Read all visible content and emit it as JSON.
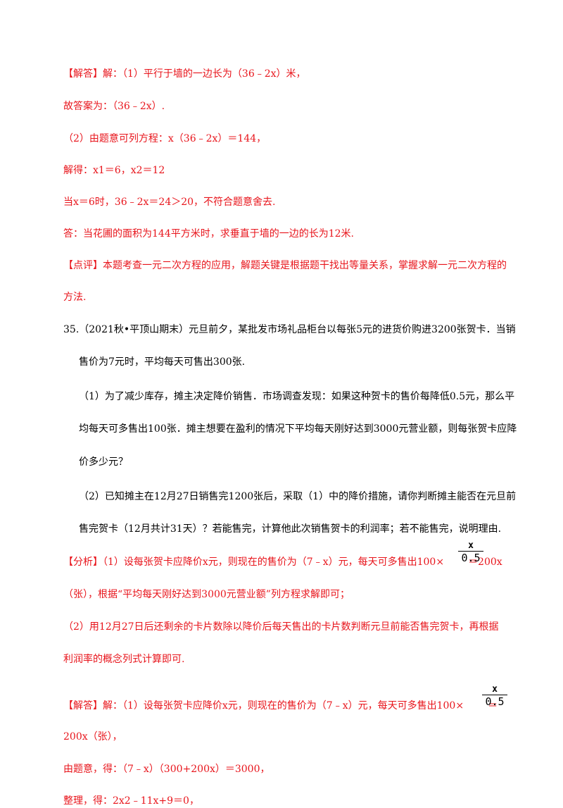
{
  "solution1": {
    "tag": "【解答】",
    "line1": "解：（1）平行于墙的一边长为（36﹣2x）米，",
    "line2": "故答案为：（36﹣2x）.",
    "line3": "（2）由题意可列方程：x（36﹣2x）＝144，",
    "line4": "解得：x1＝6，x2＝12",
    "line5": "当x＝6时，36﹣2x＝24＞20，不符合题意舍去.",
    "line6": "答：当花圃的面积为144平方米时，求垂直于墙的一边的长为12米."
  },
  "comment": {
    "tag": "【点评】",
    "line1": "本题考查一元二次方程的应用，解题关键是根据题干找出等量关系，掌握求解一元二次方程的",
    "line2": "方法."
  },
  "problem35": {
    "number": "35.",
    "line1": "（2021秋•平顶山期末）元旦前夕，某批发市场礼品柜台以每张5元的进货价购进3200张贺卡．当销",
    "line2": "售价为7元时，平均每天可售出300张.",
    "q1_line1": "（1）为了减少库存，摊主决定降价销售．市场调查发现：如果这种贺卡的售价每降低0.5元，那么平",
    "q1_line2": "均每天可多售出100张．摊主想要在盈利的情况下平均每天刚好达到3000元营业额，则每张贺卡应降",
    "q1_line3": "价多少元？",
    "q2_line1": "（2）已知摊主在12月27日销售完1200张后，采取（1）中的降价措施，请你判断摊主能否在元旦前",
    "q2_line2": "售完贺卡（12月共计31天）？若能售完，计算他此次销售贺卡的利润率；若不能售完，说明理由."
  },
  "analysis": {
    "tag": "【分析】",
    "line1_a": "（1）设每张贺卡应降价x元，则现在的售价为（7﹣x）元，每天可多售出100×",
    "line1_b": "＝200x",
    "line2": "（张），根据“平均每天刚好达到3000元营业额”列方程求解即可；",
    "line3": "（2）用12月27日后还剩余的卡片数除以降价后每天售出的卡片数判断元旦前能否售完贺卡，再根据",
    "line4": "利润率的概念列式计算即可."
  },
  "fraction": {
    "numerator": "x",
    "denominator": "0.5"
  },
  "solution2": {
    "tag": "【解答】",
    "line1_a": "解：（1）设每张贺卡应降价x元，则现在的售价为（7﹣x）元，每天可多售出100×",
    "line1_b": "＝",
    "line2": "200x（张），",
    "line3": "由题意，得：（7﹣x）（300+200x）＝3000，",
    "line4": "整理，得：2x2﹣11x+9＝0，"
  },
  "colors": {
    "answer_red": "#e8141b",
    "text_black": "#000000"
  }
}
